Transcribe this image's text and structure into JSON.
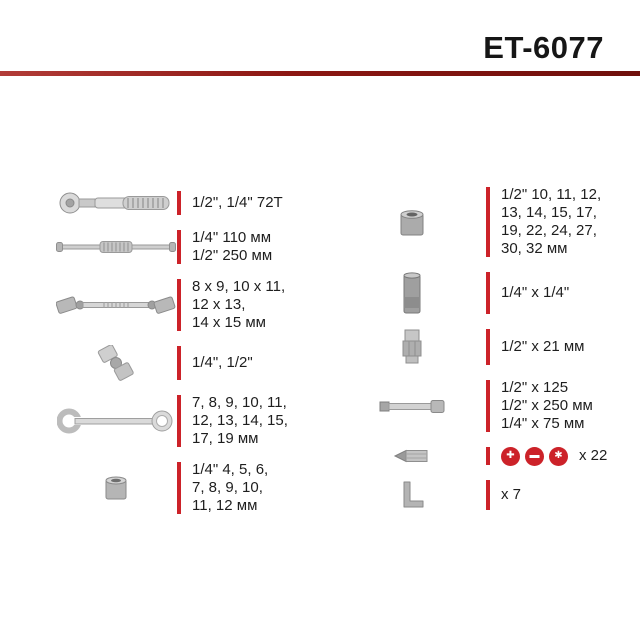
{
  "header": {
    "model": "ET-6077"
  },
  "accent": {
    "red": "#cc2229",
    "rule_dark": "#6f100c"
  },
  "left_items": [
    {
      "name": "ratchet",
      "text": "1/2\", 1/4\" 72T"
    },
    {
      "name": "sliding-t-bar",
      "text": "1/4\" 110 мм\n1/2\" 250 мм"
    },
    {
      "name": "swivel-socket-wrench",
      "text": "8 x 9, 10 x 11,\n12 x 13,\n14 x 15 мм"
    },
    {
      "name": "universal-joint",
      "text": "1/4\", 1/2\""
    },
    {
      "name": "combination-wrench",
      "text": "7, 8, 9, 10, 11,\n12, 13, 14, 15,\n17, 19 мм"
    },
    {
      "name": "socket",
      "text": "1/4\" 4, 5, 6,\n7, 8, 9, 10,\n11, 12 мм"
    }
  ],
  "right_items": [
    {
      "name": "socket-set",
      "text": "1/2\" 10, 11, 12,\n13, 14, 15, 17,\n19, 22, 24, 27,\n30, 32 мм"
    },
    {
      "name": "deep-socket",
      "text": "1/4\" x 1/4\""
    },
    {
      "name": "spark-plug-socket",
      "text": "1/2\" x 21 мм"
    },
    {
      "name": "extension-bar",
      "text": "1/2\" x 125\n1/2\" x 250 мм\n1/4\" x 75 мм"
    },
    {
      "name": "bits",
      "text": "x 22"
    },
    {
      "name": "hex-key",
      "text": "x 7"
    }
  ],
  "bit_icons": [
    {
      "name": "phillips",
      "glyph": "✚"
    },
    {
      "name": "slotted",
      "glyph": "▬"
    },
    {
      "name": "torx",
      "glyph": "✱"
    }
  ]
}
